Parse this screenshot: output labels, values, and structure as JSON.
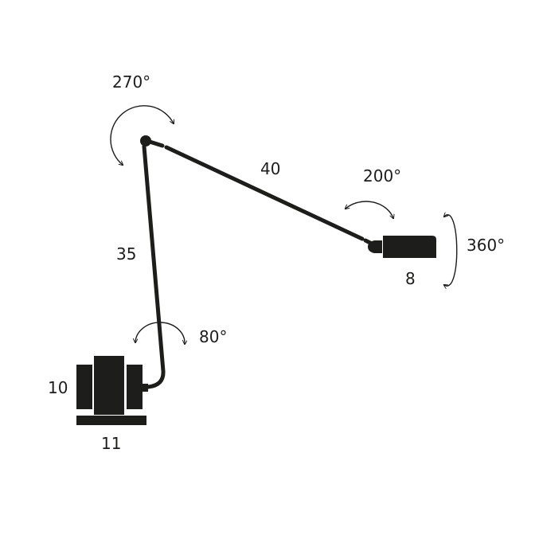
{
  "labels": {
    "top_joint_rotation": "270°",
    "upper_arm_length": "40",
    "head_joint_rotation": "200°",
    "head_rotation": "360°",
    "head_size": "8",
    "lower_arm_length": "35",
    "base_joint_rotation": "80°",
    "base_height": "10",
    "base_width": "11"
  },
  "colors": {
    "ink": "#1d1d1b",
    "background": "#ffffff"
  }
}
